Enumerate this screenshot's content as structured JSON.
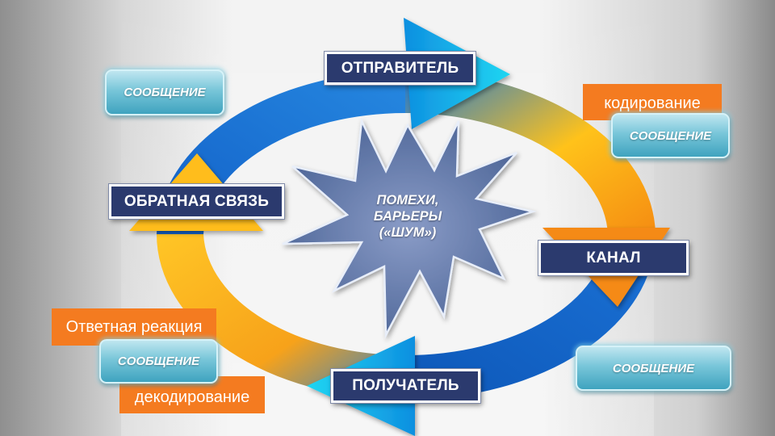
{
  "nodes": {
    "sender": "ОТПРАВИТЕЛЬ",
    "channel": "КАНАЛ",
    "receiver": "ПОЛУЧАТЕЛЬ",
    "feedback": "ОБРАТНАЯ СВЯЗЬ"
  },
  "center": {
    "line1": "ПОМЕХИ,",
    "line2": "БАРЬЕРЫ",
    "line3": "(«ШУМ»)"
  },
  "messages": {
    "top_left": "СООБЩЕНИЕ",
    "top_right": "СООБЩЕНИЕ",
    "bottom_right": "СООБЩЕНИЕ",
    "bottom_left": "СООБЩЕНИЕ"
  },
  "processes": {
    "encoding": "кодирование",
    "response": "Ответная реакция",
    "decoding": "декодирование"
  },
  "colors": {
    "node_fill": "#2b3a6e",
    "process_fill": "#f47b20",
    "arrow_blue": "#1b6fd0",
    "arrow_orange": "#f7a318",
    "arrow_cyan": "#16c8ea",
    "star_fill": "#6f88b8"
  }
}
